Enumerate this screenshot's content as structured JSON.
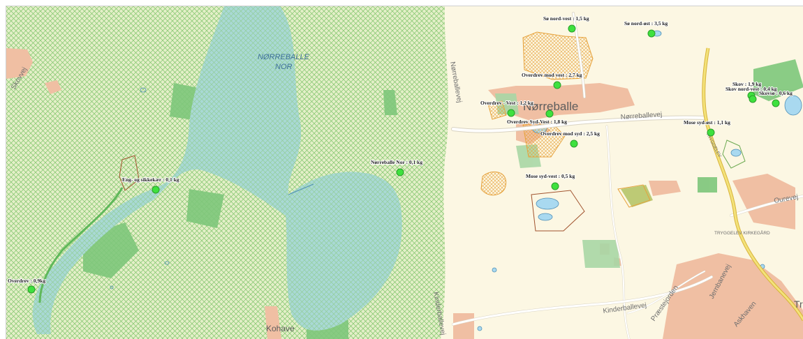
{
  "map": {
    "colors": {
      "background": "#fcf7e3",
      "meadow_fill": "#e4efc8",
      "hatch": "#7fc46a",
      "lake": "#a9d9d5",
      "forest": "#7dc67a",
      "built": "#f0bfa3",
      "marker": "#3ee13e",
      "protected_outline": "#e6a23c"
    },
    "place_labels": {
      "lake_line1": "NØRREBALLE",
      "lake_line2": "NOR",
      "village": "Nørreballe",
      "kohave": "Kohave",
      "church": "TRYGGELEV KIRKEGÅRD",
      "town_edge": "Tr"
    },
    "roads": {
      "norreballevej": "Nørreballevej",
      "ourevej": "Ourevej",
      "kinderballevej": "Kinderballevej",
      "praestejorden": "Præstejorden",
      "jernbanevej": "Jernbanevej",
      "askhaven": "Askhaven",
      "tryggelev": "TRYGGELEV",
      "vertical_upper": "Nørreballevej",
      "vertical_lower": "Kinderballevej",
      "skovvej": "Skovvej"
    },
    "markers": [
      {
        "label": "Sø nord-vest : 1,5 kg",
        "value_kg": 1.5
      },
      {
        "label": "Sø nord-øst : 3,5 kg",
        "value_kg": 3.5
      },
      {
        "label": "Overdrev mod vest : 2,7 kg",
        "value_kg": 2.7
      },
      {
        "label": "Overdrev - Vest : 1,2 kg",
        "value_kg": 1.2
      },
      {
        "label": "Overdrev Syd-Vest : 1,8 kg",
        "value_kg": 1.8
      },
      {
        "label": "Overdrev mod syd : 2,5 kg",
        "value_kg": 2.5
      },
      {
        "label": "Mose syd-øst : 1,1 kg",
        "value_kg": 1.1
      },
      {
        "label": "Nørreballe Nor : 0,1 kg",
        "value_kg": 0.1
      },
      {
        "label": "Mose syd-vest : 0,5 kg",
        "value_kg": 0.5
      },
      {
        "label": "Eng- og sikkekær : 0,1 kg",
        "value_kg": 0.1
      },
      {
        "label": "Overdrev : 0,9kg",
        "value_kg": 0.9
      },
      {
        "label": "Skov : 1,9 kg",
        "value_kg": 1.9
      },
      {
        "label": "Skov nord-vest : 0,4 kg",
        "value_kg": 0.4
      },
      {
        "label": "Skovsø : 0,6 kg",
        "value_kg": 0.6
      }
    ]
  }
}
